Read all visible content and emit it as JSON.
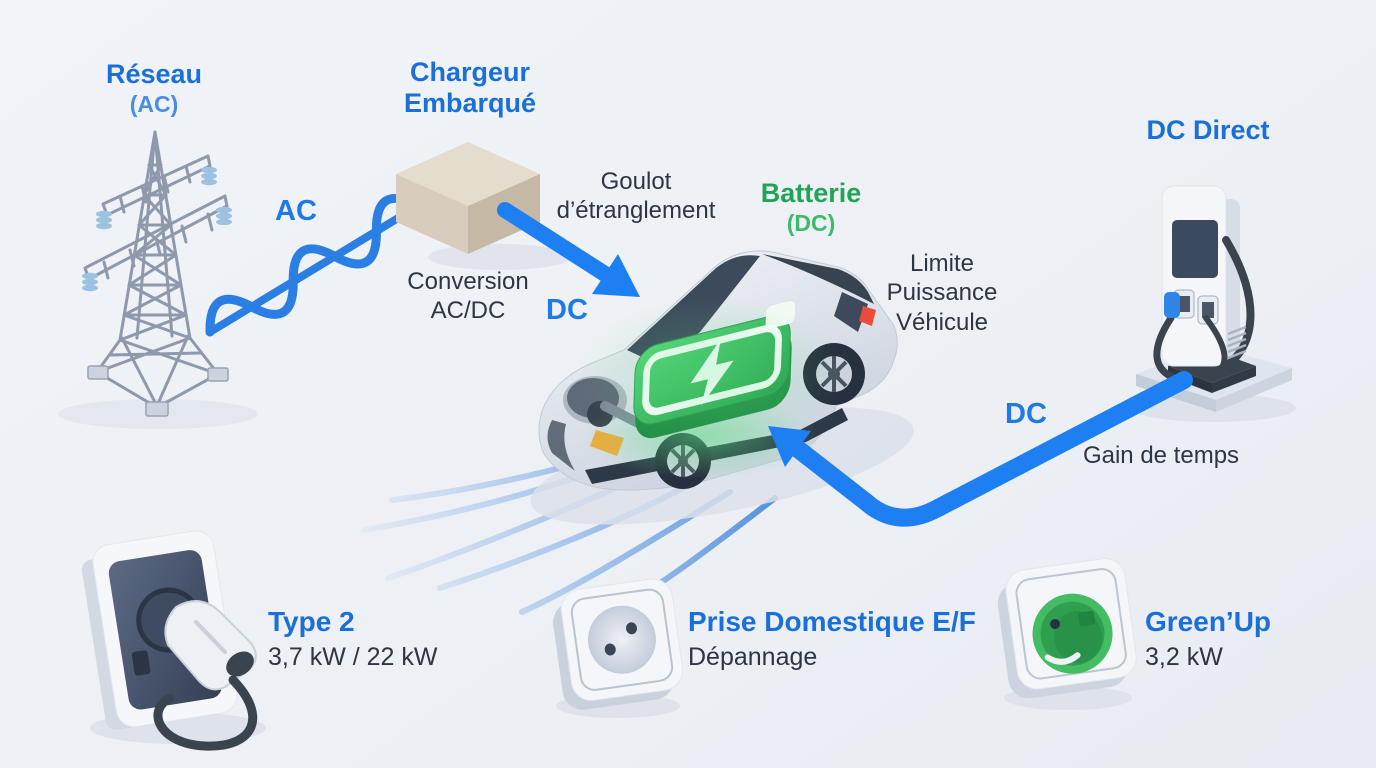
{
  "colors": {
    "background": "#edf0f5",
    "accent_blue": "#1a6fd8",
    "arrow_blue": "#1e7ff2",
    "wave_blue": "#2b7fe3",
    "text_dark": "#2c3644",
    "accent_green": "#1fa555",
    "battery_green": "#35b85c",
    "charger_box_beige": "#d8cebd"
  },
  "nodes": {
    "grid": {
      "title": "Réseau",
      "subtitle": "(AC)"
    },
    "onboard_charger": {
      "title": "Chargeur Embarqué",
      "caption": "Conversion AC/DC"
    },
    "bottleneck": "Goulot d’étranglement",
    "battery": {
      "title": "Batterie",
      "subtitle": "(DC)"
    },
    "vehicle_limit": "Limite Puissance Véhicule",
    "dc_direct": {
      "title": "DC Direct",
      "benefit": "Gain de temps"
    }
  },
  "flows": {
    "ac": "AC",
    "dc_onboard": "DC",
    "dc_fast": "DC"
  },
  "charging_options": [
    {
      "name": "Type 2",
      "detail": "3,7 kW / 22 kW"
    },
    {
      "name": "Prise Domestique E/F",
      "detail": "Dépannage"
    },
    {
      "name": "Green’Up",
      "detail": "3,2 kW"
    }
  ],
  "icons": {
    "grid": "transmission-tower-icon",
    "ac_wave": "ac-sine-wave-icon",
    "onboard_charger": "charger-box-icon",
    "dc_arrow_onboard": "dc-arrow-icon",
    "vehicle": "electric-car-icon",
    "battery": "battery-bolt-icon",
    "dc_station": "dc-fast-charger-icon",
    "dc_arrow_fast": "dc-fast-arrow-icon",
    "wallbox": "wallbox-type2-icon",
    "domestic_socket": "domestic-socket-icon",
    "greenup_socket": "greenup-socket-icon"
  }
}
